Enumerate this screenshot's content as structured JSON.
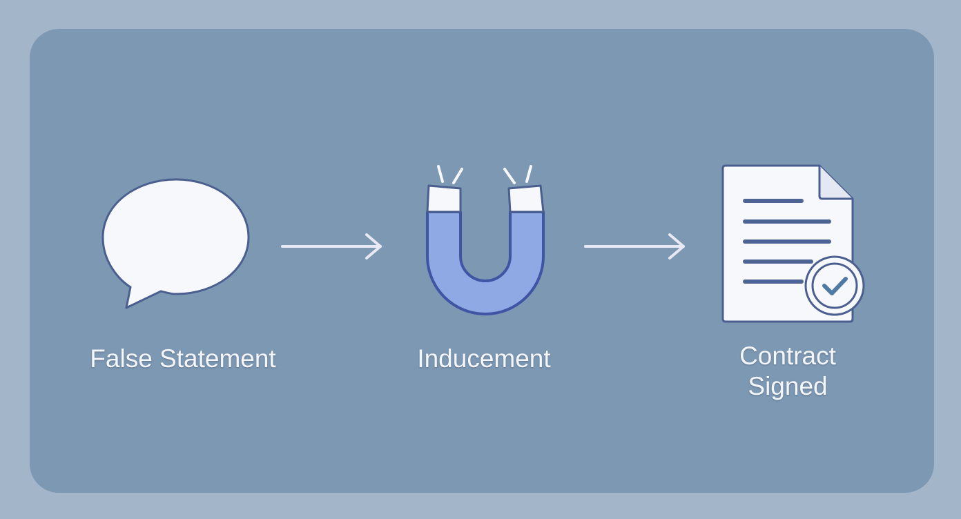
{
  "colors": {
    "page_background": "#a3b5c9",
    "panel_background": "#7d98b3",
    "icon_fill_white": "#f7f8fb",
    "icon_outline": "#4a5f8f",
    "magnet_fill": "#8ea9e4",
    "arrow_color": "#e9e9f6",
    "label_color": "#f4f6fa"
  },
  "steps": [
    {
      "label": "False Statement",
      "icon": "speech-bubble-icon"
    },
    {
      "label": "Inducement",
      "icon": "magnet-icon"
    },
    {
      "label": "Contract\nSigned",
      "icon": "signed-document-icon"
    }
  ],
  "connectors": [
    {
      "icon": "arrow-right-icon"
    },
    {
      "icon": "arrow-right-icon"
    }
  ]
}
